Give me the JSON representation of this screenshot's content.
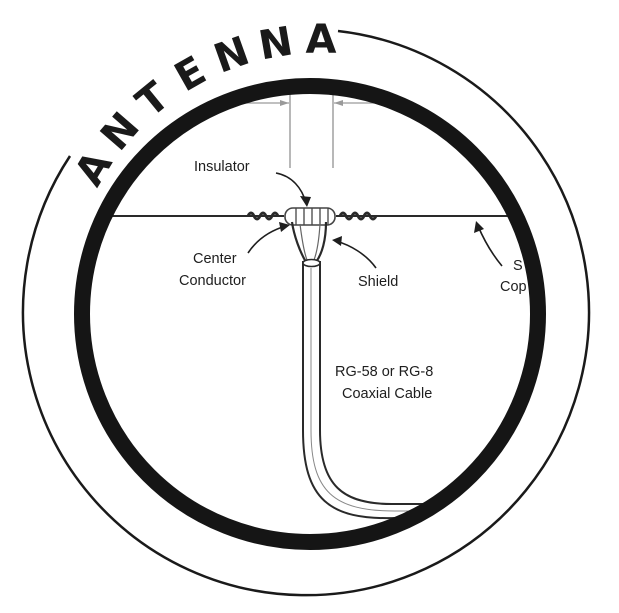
{
  "title_letters": [
    "A",
    "N",
    "T",
    "E",
    "N",
    "N",
    "A"
  ],
  "labels": {
    "insulator": "Insulator",
    "center_line1": "Center",
    "center_line2": "Conductor",
    "shield": "Shield",
    "coax_line1": "RG-58 or RG-8",
    "coax_line2": "Coaxial Cable",
    "cut_line1": "S",
    "cut_line2": "Cop"
  },
  "colors": {
    "ink": "#1a1a1a",
    "line": "#2a2a2a",
    "frame": "#151515"
  }
}
